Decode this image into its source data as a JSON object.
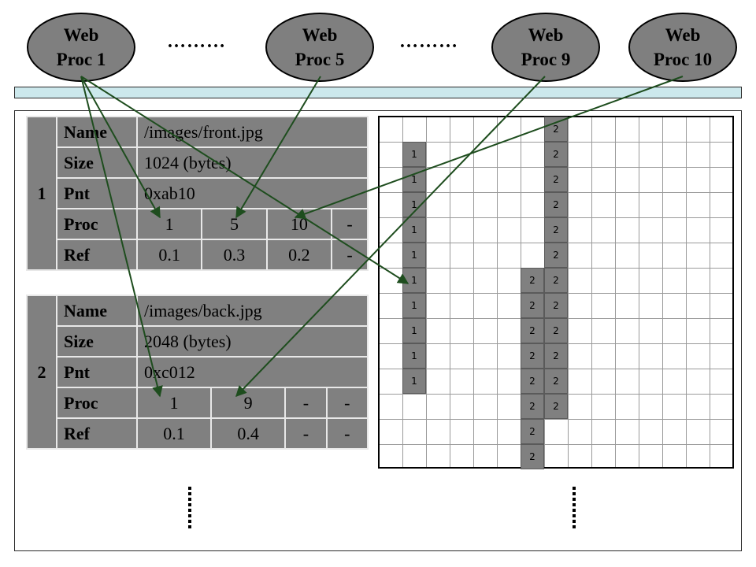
{
  "processes": [
    {
      "line1": "Web",
      "line2": "Proc 1"
    },
    {
      "line1": "Web",
      "line2": "Proc 5"
    },
    {
      "line1": "Web",
      "line2": "Proc 9"
    },
    {
      "line1": "Web",
      "line2": "Proc 10"
    }
  ],
  "ellipsis_dots": "………",
  "entries": [
    {
      "index": "1",
      "rows": [
        {
          "key": "Name",
          "value": "/images/front.jpg"
        },
        {
          "key": "Size",
          "value": "1024 (bytes)"
        },
        {
          "key": "Pnt",
          "value": "0xab10"
        }
      ],
      "proc": {
        "key": "Proc",
        "values": [
          "1",
          "5",
          "10",
          "-"
        ]
      },
      "ref": {
        "key": "Ref",
        "values": [
          "0.1",
          "0.3",
          "0.2",
          "-"
        ]
      }
    },
    {
      "index": "2",
      "rows": [
        {
          "key": "Name",
          "value": "/images/back.jpg"
        },
        {
          "key": "Size",
          "value": "2048 (bytes)"
        },
        {
          "key": "Pnt",
          "value": "0xc012"
        }
      ],
      "proc": {
        "key": "Proc",
        "values": [
          "1",
          "9",
          "-",
          "-"
        ]
      },
      "ref": {
        "key": "Ref",
        "values": [
          "0.1",
          "0.4",
          "-",
          "-"
        ]
      }
    }
  ],
  "memory_blocks": {
    "block_1_label": "1",
    "block_2_label": "2"
  },
  "colors": {
    "node_fill": "#7f7f7f",
    "arrow": "#1e4d1e",
    "shared_bar": "#cce8ec"
  }
}
